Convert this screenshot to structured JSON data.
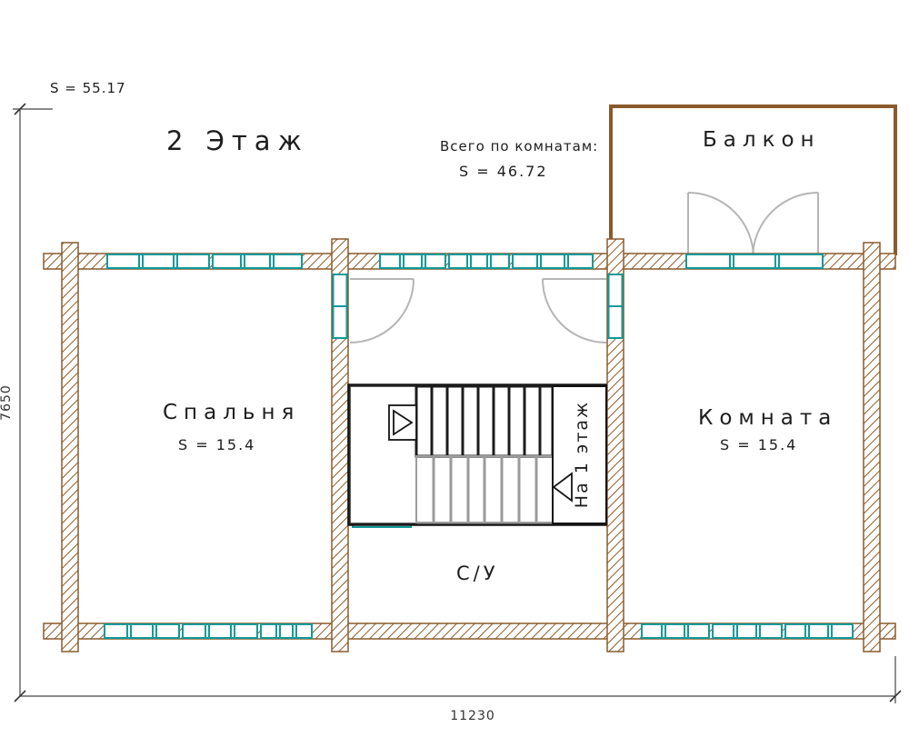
{
  "header": {
    "floor_area": "S = 55.17",
    "title": "2 Этаж",
    "total_label": "Всего по комнатам:",
    "total_value": "S = 46.72"
  },
  "rooms": {
    "balcony": {
      "name": "Балкон"
    },
    "bedroom": {
      "name": "Спальня",
      "area": "S = 15.4"
    },
    "living": {
      "name": "Комната",
      "area": "S = 15.4"
    },
    "bathroom": {
      "name": "С/У"
    },
    "stairs": {
      "label": "На 1 этаж"
    }
  },
  "dimensions": {
    "height": "7650",
    "width": "11230"
  },
  "colors": {
    "wall": "#8a5a2a",
    "window": "#0f9a9a",
    "door": "#b5b5b5",
    "stairs_dark": "#1c1c1c",
    "stairs_light": "#9b9b9b"
  }
}
